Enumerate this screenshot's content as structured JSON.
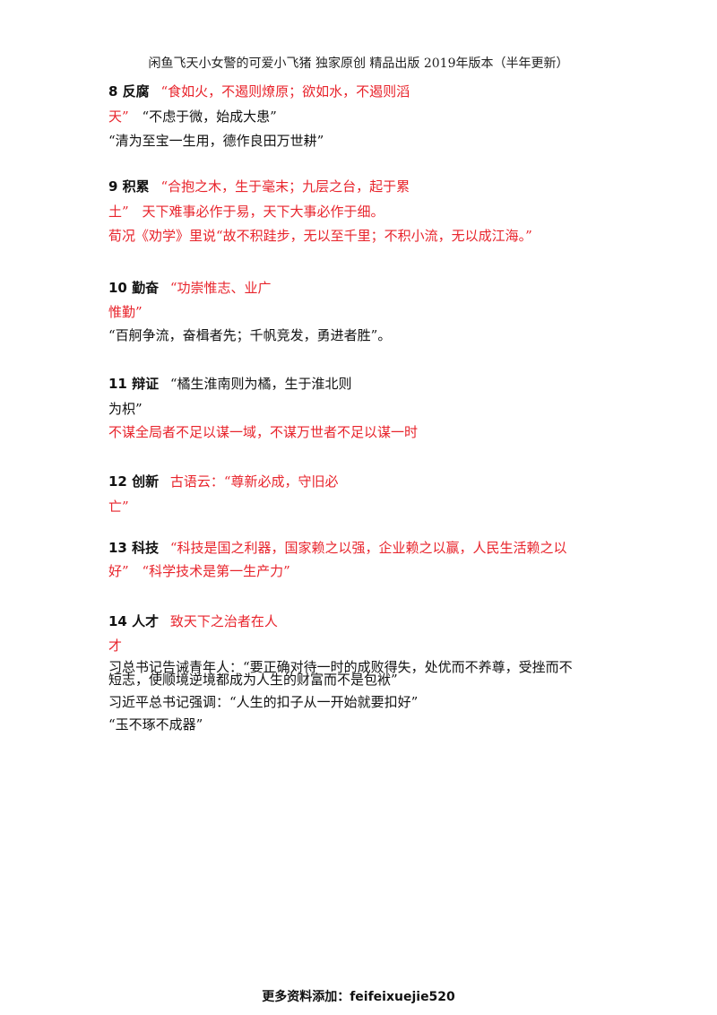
{
  "header": "闲鱼飞天小女警的可爱小飞猪 独家原创 精品出版 2019年版本（半年更新）",
  "sections": [
    {
      "title": "8 反腐",
      "lines": [
        [
          "“食如火，不遏则燎原；欲如水，不遏则滔"
        ],
        [
          "天”",
          "“不虑于微，始成大患”"
        ],
        [
          "“清为至宝一生用，德作良田万世耕”"
        ]
      ]
    },
    {
      "title": "9 积累",
      "lines": [
        [
          "“合抱之木，生于毫末；九层之台，起于累"
        ],
        [
          "土”",
          "天下难事必作于易，天下大事必作于细。"
        ],
        [
          "荀况《劝学》里说“故不积跬步，无以至千里；不积小流，无以成江海。”"
        ]
      ]
    },
    {
      "title": "10 勤奋",
      "lines": [
        [
          "“功崇惟志、业广"
        ],
        [
          "惟勤”"
        ],
        [
          "“百舸争流，奋楫者先；千帆竞发，勇进者胜”。"
        ]
      ]
    },
    {
      "title": "11 辩证",
      "lines": [
        [
          "“橘生淮南则为橘，生于淮北则"
        ],
        [
          "为枳”"
        ],
        [
          "不谋全局者不足以谋一域，不谋万世者不足以谋一时"
        ]
      ]
    },
    {
      "title": "12 创新",
      "lines": [
        [
          "古语云：“尊新必成，守旧必"
        ],
        [
          "亡”"
        ]
      ]
    },
    {
      "title": "13 科技",
      "lines": [
        [
          "“科技是国之利器，国家赖之以强，企业赖之以赢，人民生活赖之以"
        ],
        [
          "好”",
          "“科学技术是第一生产力”"
        ]
      ]
    },
    {
      "title": "14 人才",
      "lines": [
        [
          "致天下之治者在人"
        ],
        [
          "才"
        ],
        [
          "习总书记告诫青年人：“要正确对待一时的成败得失，处优而不养尊，受挫而不"
        ],
        [
          "短志，使顺境逆境都成为人生的财富而不是包袱”"
        ],
        [
          "习近平总书记强调：“人生的扣子从一开始就要扣好”"
        ],
        [
          "“玉不琢不成器”"
        ]
      ]
    }
  ],
  "footer": {
    "label": "更多资料添加：",
    "value": "feifeixuejie520"
  },
  "colors": {
    "red": "#e8242c",
    "black": "#111111"
  }
}
